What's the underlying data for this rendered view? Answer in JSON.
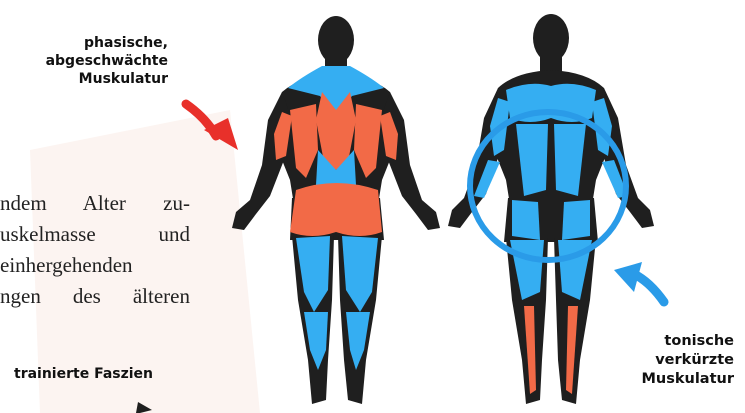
{
  "labels": {
    "phasic": [
      "phasische,",
      "abgeschwächte",
      "Muskulatur"
    ],
    "tonic": [
      "tonische",
      "verkürzte",
      "Muskulatur"
    ],
    "fascia": "trainierte Faszien"
  },
  "body_text": [
    "ndem Alter zu-",
    "uskelmasse und",
    "einhergehenden",
    "ngen des älteren"
  ],
  "colors": {
    "body": "#1f1f1f",
    "phasic": "#f26a47",
    "tonic": "#35aef2",
    "arrow_red": "#e8302a",
    "arrow_blue": "#2a9be8",
    "ring": "#2a9be8"
  }
}
